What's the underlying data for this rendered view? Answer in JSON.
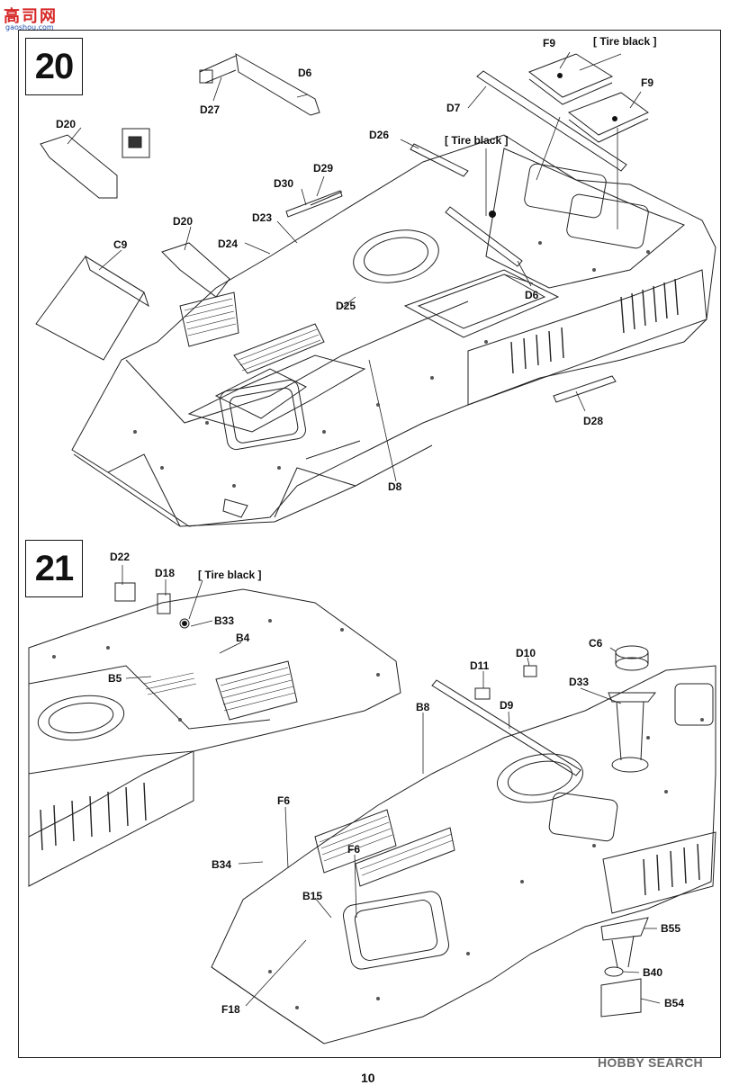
{
  "watermark_top": {
    "site": "高司网",
    "url": "gaoshou.com"
  },
  "watermark_bottom": "HOBBY SEARCH",
  "page_number": "10",
  "steps": [
    {
      "number": "20",
      "labels": {
        "d6_top": "D6",
        "d27": "D27",
        "d20_a": "D20",
        "d26": "D26",
        "tire_black_a": "[ Tire black ]",
        "f9_a": "F9",
        "f9_b": "F9",
        "tire_black_b": "[ Tire black ]",
        "d7": "D7",
        "d29": "D29",
        "d30": "D30",
        "d23": "D23",
        "d20_b": "D20",
        "d24": "D24",
        "c9": "C9",
        "d25": "D25",
        "d6_b": "D6",
        "d28": "D28",
        "d8": "D8"
      }
    },
    {
      "number": "21",
      "labels": {
        "d22": "D22",
        "d18": "D18",
        "tire_black": "[ Tire black ]",
        "b33": "B33",
        "b4": "B4",
        "b5": "B5",
        "d11": "D11",
        "d10": "D10",
        "c6": "C6",
        "d9": "D9",
        "d33": "D33",
        "b8": "B8",
        "f6_a": "F6",
        "f6_b": "F6",
        "b34": "B34",
        "b15": "B15",
        "b55": "B55",
        "b40": "B40",
        "b54": "B54",
        "f18": "F18"
      }
    }
  ]
}
